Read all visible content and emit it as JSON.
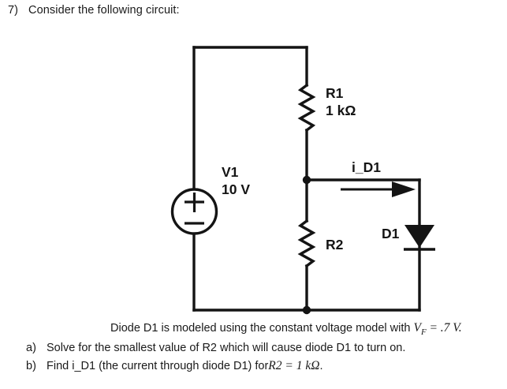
{
  "question": {
    "number": "7)",
    "prompt": "Consider the following circuit:"
  },
  "circuit": {
    "title": "series circuit with voltage source, two resistors and a diode",
    "source": {
      "name": "V1",
      "value": "10 V",
      "plus_symbol": "+",
      "minus_symbol": "−"
    },
    "r1": {
      "name": "R1",
      "value": "1 kΩ"
    },
    "r2": {
      "name": "R2",
      "value": ""
    },
    "diode": {
      "name": "D1"
    },
    "current": {
      "label": "i_D1"
    }
  },
  "prose": {
    "intro_pre": "Diode D1 is modeled using the constant voltage model with ",
    "intro_math_v": "V",
    "intro_math_sub": "F",
    "intro_math_rest": " = .7 V.",
    "items": [
      {
        "marker": "a)",
        "text": "Solve for the smallest value of R2 which will cause diode D1 to turn on.",
        "math_tail": "",
        "tail_text": ""
      },
      {
        "marker": "b)",
        "text": "Find i_D1 (the current through diode D1) for ",
        "math_tail": "R2 = 1 kΩ",
        "tail_text": "."
      }
    ]
  },
  "colors": {
    "background": "#ffffff",
    "ink": "#1a1a1a",
    "wire": "#141414"
  }
}
